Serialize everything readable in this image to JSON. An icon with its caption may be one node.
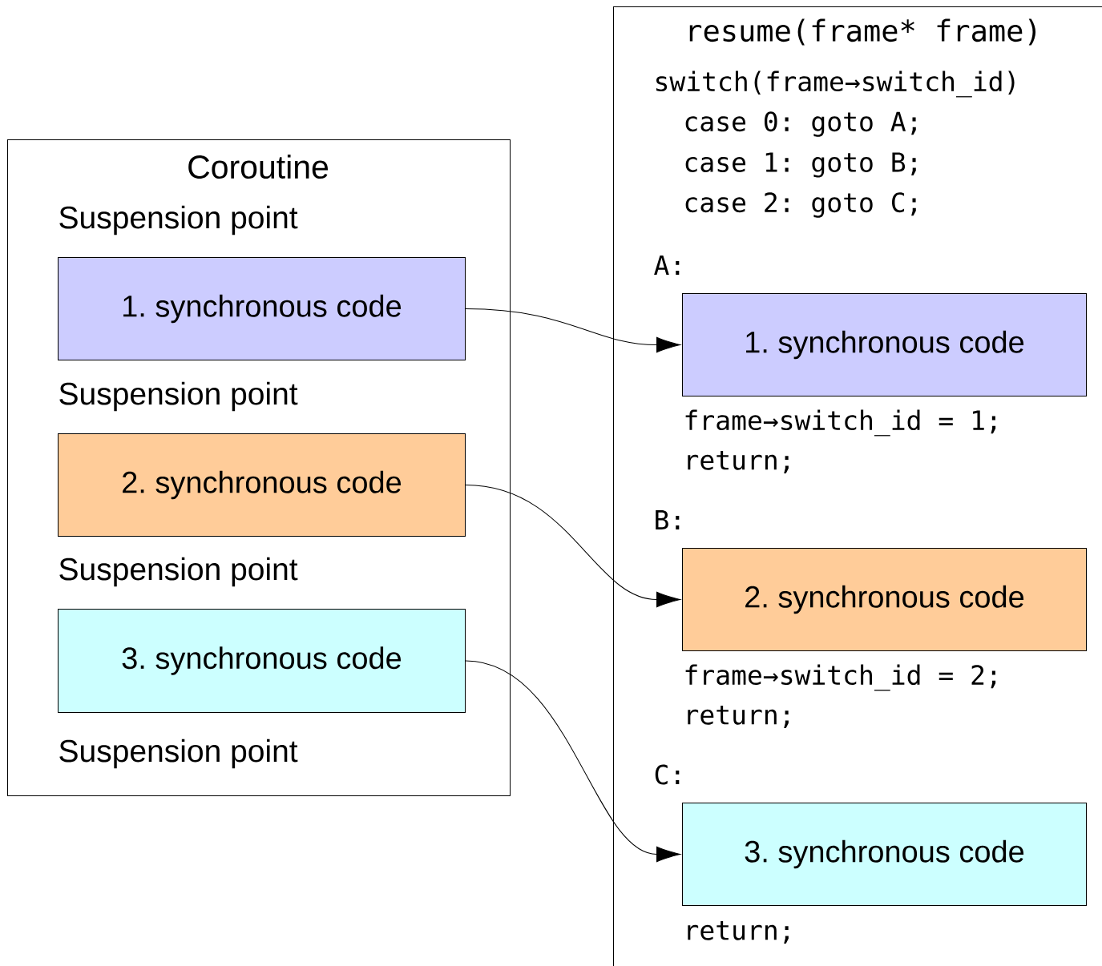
{
  "diagram": {
    "nodes": [
      {
        "text": [
          "Coroutine"
        ]
      },
      {
        "text": [
          "1. synchronous code"
        ],
        "in": 0
      },
      {
        "text": [
          "2. synchronous code"
        ],
        "in": 0
      },
      {
        "text": [
          "3. synchronous code"
        ],
        "in": 0
      },
      {
        "text": [
          "resume(frame* frame)"
        ]
      },
      {
        "text": [
          "1. synchronous code"
        ],
        "in": 4
      },
      {
        "text": [
          "2. synchronous code"
        ],
        "in": 4
      },
      {
        "text": [
          "3. synchronous code"
        ],
        "in": 4
      }
    ],
    "edges": [
      {
        "from": 1,
        "to": 5,
        "arrow": "to"
      },
      {
        "from": 2,
        "to": 6,
        "arrow": "to"
      },
      {
        "from": 3,
        "to": 7,
        "arrow": "to"
      }
    ],
    "labels": [
      "Suspension point",
      "Suspension point",
      "Suspension point",
      "Suspension point",
      "switch(frame→switch_id)",
      "case 0: goto A;",
      "case 1: goto B;",
      "case 2: goto C;",
      "A:",
      "frame→switch_id = 1;",
      "return;",
      "B:",
      "frame→switch_id = 2;",
      "return;",
      "C:",
      "return;"
    ]
  }
}
